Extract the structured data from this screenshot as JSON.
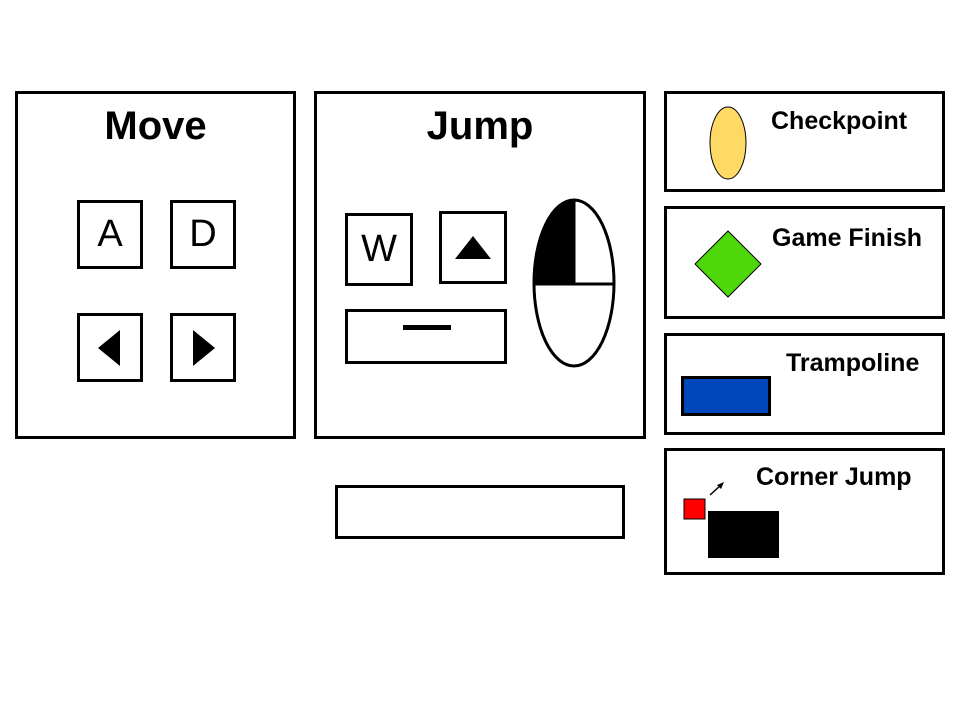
{
  "move": {
    "title": "Move",
    "keys": [
      "A",
      "D"
    ],
    "arrow_left_icon": "left-triangle",
    "arrow_right_icon": "right-triangle"
  },
  "jump": {
    "title": "Jump",
    "key": "W",
    "arrow_up_icon": "up-triangle",
    "spacebar_icon": "spacebar",
    "mouse_icon": "mouse-left-button"
  },
  "legend": {
    "checkpoint": {
      "label": "Checkpoint",
      "icon": "yellow-ellipse",
      "color": "#ffd966"
    },
    "game_finish": {
      "label": "Game Finish",
      "icon": "green-diamond",
      "color": "#4ed80a"
    },
    "trampoline": {
      "label": "Trampoline",
      "icon": "blue-rectangle",
      "color": "#0047bb"
    },
    "corner_jump": {
      "label": "Corner Jump",
      "icon": "red-square-black-block-arrow",
      "player_color": "#ff0000",
      "block_color": "#000000"
    }
  },
  "empty_box": {
    "label": ""
  }
}
